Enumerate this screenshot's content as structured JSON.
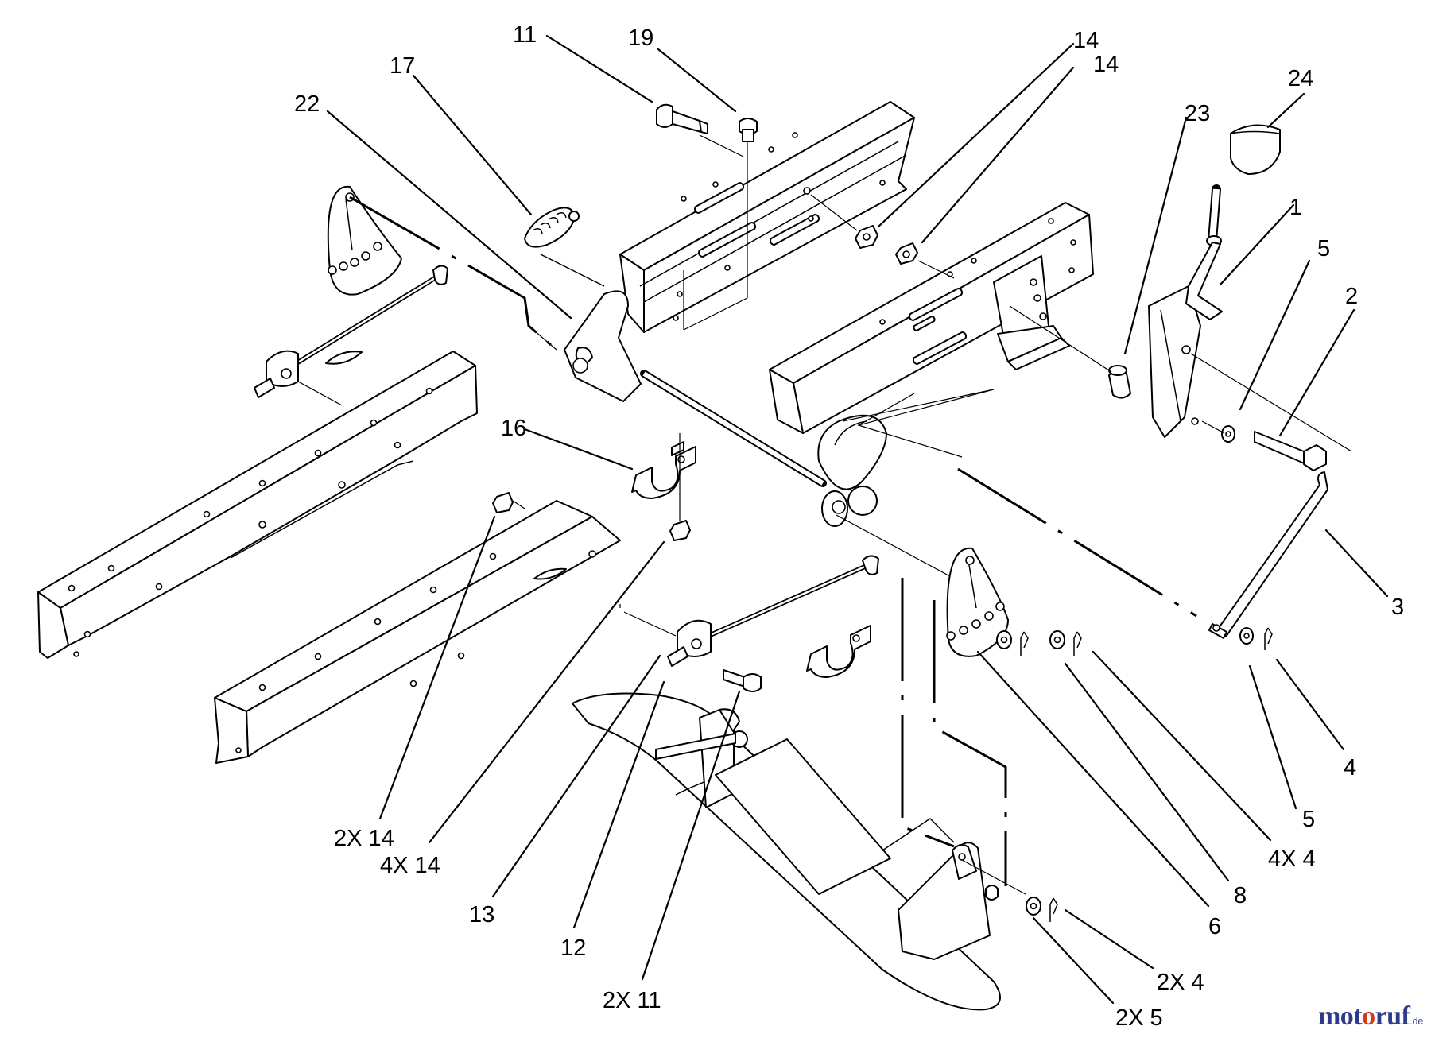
{
  "diagram": {
    "labels": [
      "11",
      "19",
      "17",
      "22",
      "14",
      "14",
      "23",
      "24",
      "1",
      "5",
      "2",
      "16",
      "3",
      "4",
      "5",
      "4X 4",
      "8",
      "6",
      "2X 4",
      "2X 5",
      "2X 11",
      "12",
      "13",
      "4X 14",
      "2X 14"
    ]
  },
  "watermark": {
    "prefix": "mot",
    "accent": "o",
    "suffix": "ruf",
    "tld": ".de",
    "color_main": "#2e3a8c",
    "color_accent": "#d23a1e"
  }
}
